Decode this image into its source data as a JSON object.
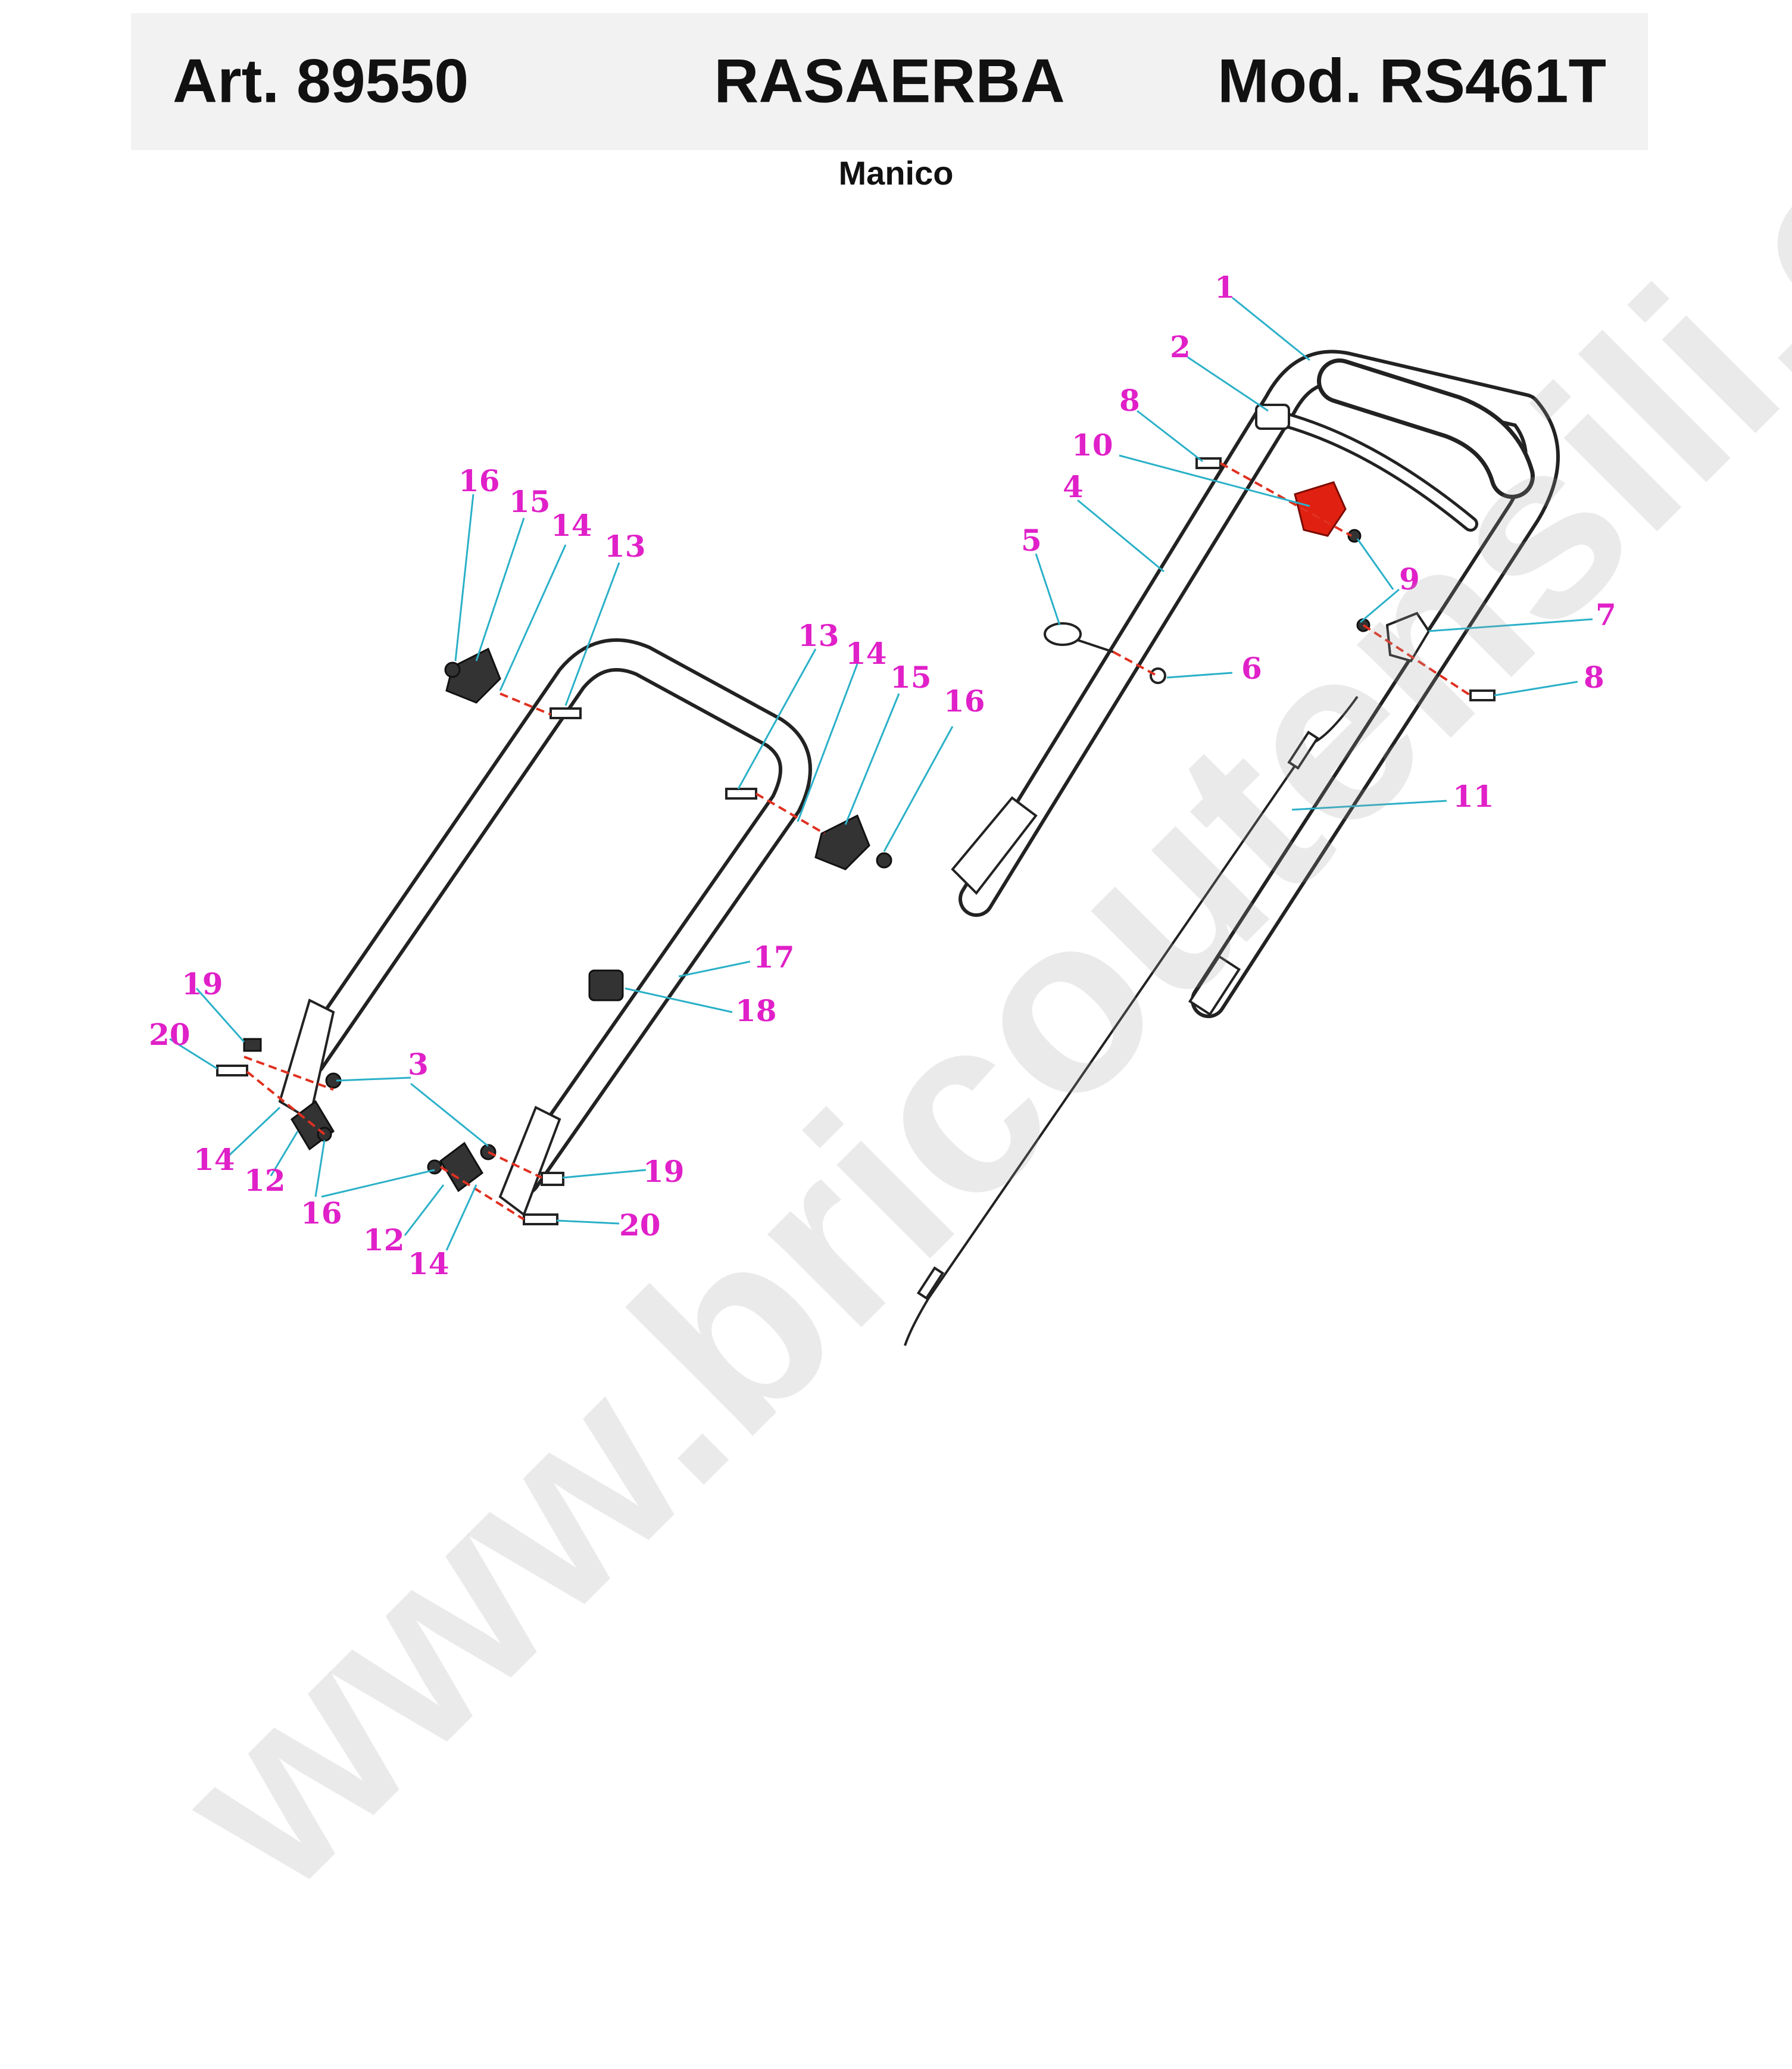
{
  "header": {
    "article": "Art. 89550",
    "product": "RASAERBA",
    "model": "Mod. RS461T"
  },
  "subtitle": "Manico",
  "watermark": "www.bricoutensili.com",
  "colors": {
    "callout": "#e020c8",
    "leader": "#2ab0c8",
    "axis": "#e03020",
    "highlight_part": "#e02010"
  },
  "callouts": {
    "c1": "1",
    "c2": "2",
    "c3": "3",
    "c4": "4",
    "c5": "5",
    "c6": "6",
    "c7": "7",
    "c8a": "8",
    "c8b": "8",
    "c9": "9",
    "c10": "10",
    "c11": "11",
    "c12a": "12",
    "c12b": "12",
    "c13a": "13",
    "c13b": "13",
    "c14a": "14",
    "c14b": "14",
    "c14c": "14",
    "c14d": "14",
    "c15a": "15",
    "c15b": "15",
    "c16a": "16",
    "c16b": "16",
    "c16c": "16",
    "c17": "17",
    "c18": "18",
    "c19a": "19",
    "c19b": "19",
    "c20a": "20",
    "c20b": "20"
  }
}
